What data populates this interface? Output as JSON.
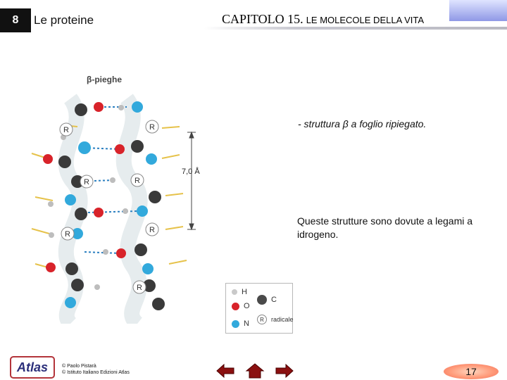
{
  "header": {
    "chapter_number": "8",
    "section_title": "Le proteine",
    "chapter_label": "CAPITOLO 15.",
    "chapter_subtitle": "LE MOLECOLE DELLA VITA"
  },
  "figure": {
    "title": "β-pieghe",
    "dimension_label": "7,0 Å",
    "group_label": "R"
  },
  "content": {
    "line1": "- struttura β a foglio ripiegato.",
    "line2": "Queste strutture sono dovute a legami a idrogeno."
  },
  "legend": {
    "items": [
      {
        "symbol": "H",
        "color": "#c9c9c9"
      },
      {
        "symbol": "O",
        "color": "#d8232a"
      },
      {
        "symbol": "N",
        "color": "#32a9dc"
      },
      {
        "symbol": "C",
        "color": "#4a4a4a"
      },
      {
        "symbol": "R",
        "label": "radicale",
        "color": "#ffffff"
      }
    ]
  },
  "footer": {
    "logo_text": "Atlas",
    "credit_author": "© Paolo Pistarà",
    "credit_publisher": "© Istituto Italiano Edizioni Atlas",
    "page_number": "17"
  },
  "nav": {
    "prev_icon": "arrow-left-icon",
    "home_icon": "home-icon",
    "next_icon": "arrow-right-icon"
  }
}
